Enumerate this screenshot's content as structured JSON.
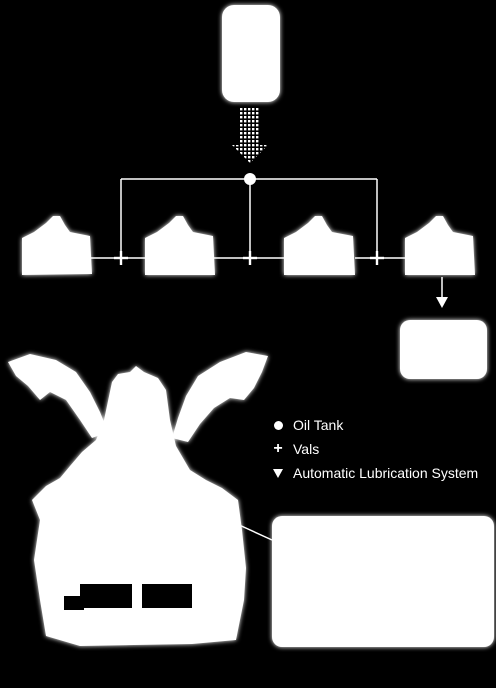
{
  "legend": {
    "oil_tank": "Oil Tank",
    "vals": "Vals",
    "auto_lube": "Automatic Lubrication System"
  },
  "colors": {
    "background": "#000000",
    "foreground": "#ffffff"
  }
}
